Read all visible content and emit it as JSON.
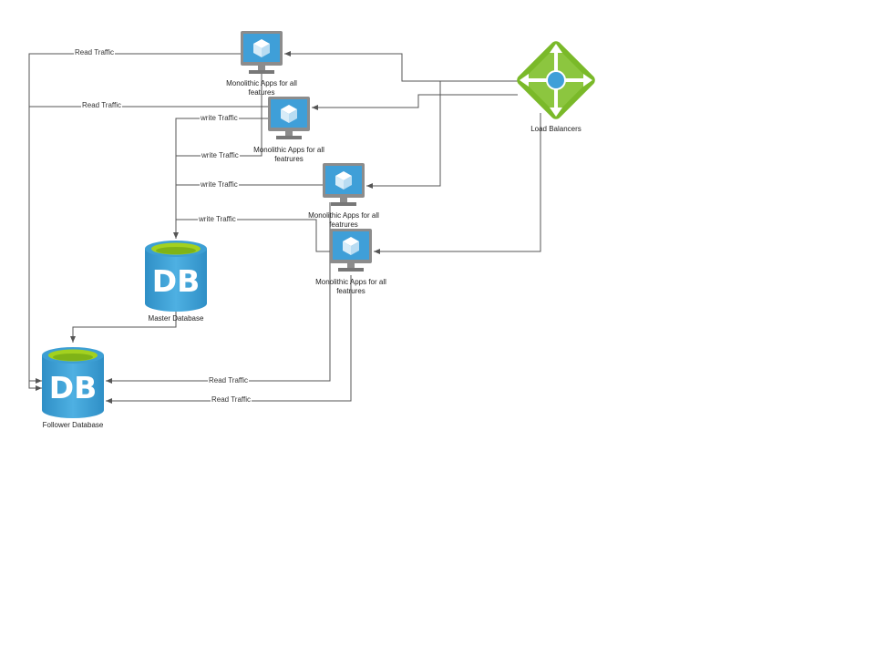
{
  "nodes": {
    "app1": {
      "label": "Monolithic Apps for all features"
    },
    "app2": {
      "label": "Monolithic Apps for all featrures"
    },
    "app3": {
      "label": "Monolithic Apps for all featrures"
    },
    "app4": {
      "label": "Monolithic Apps for all featrures"
    },
    "load_balancer": {
      "label": "Load Balancers"
    },
    "master_db": {
      "label": "Master Database",
      "icon_text": "DB"
    },
    "follower_db": {
      "label": "Follower Database",
      "icon_text": "DB"
    }
  },
  "edges": {
    "read_1": "Read Traffic",
    "read_2": "Read Traffic",
    "write_1": "write Traffic",
    "write_2": "write Traffic",
    "write_3": "write Traffic",
    "write_4": "write Traffic",
    "read_3": "Read Traffic",
    "read_4": "Read Traffic"
  },
  "colors": {
    "monitor_blue": "#3f9fd8",
    "monitor_frame": "#8c8c8c",
    "lb_green": "#7ab929",
    "db_blue": "#3d9fd4",
    "db_top": "#a3d11f",
    "connector": "#555555"
  }
}
